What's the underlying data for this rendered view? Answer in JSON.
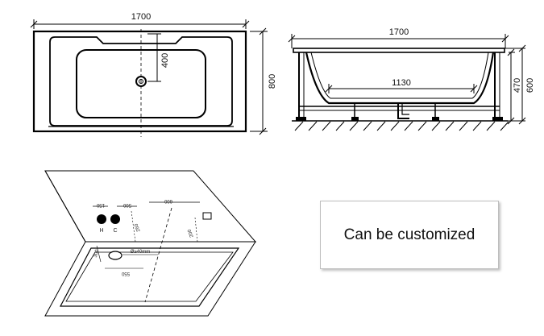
{
  "top_view": {
    "length_label": "1700",
    "width_label": "800",
    "drain_offset_label": "400"
  },
  "side_view": {
    "length_label": "1700",
    "inner_bottom_label": "1130",
    "rim_height_label": "470",
    "total_height_label": "600"
  },
  "install_view": {
    "dim_150": "150",
    "dim_500": "500",
    "dim_600": "600",
    "dim_200": "200",
    "dim_250": "250",
    "dim_300": "300",
    "dim_550": "550",
    "drain_label": "Ø≥40mm",
    "hot_label": "H",
    "cold_label": "C"
  },
  "note": {
    "text": "Can be customized"
  }
}
